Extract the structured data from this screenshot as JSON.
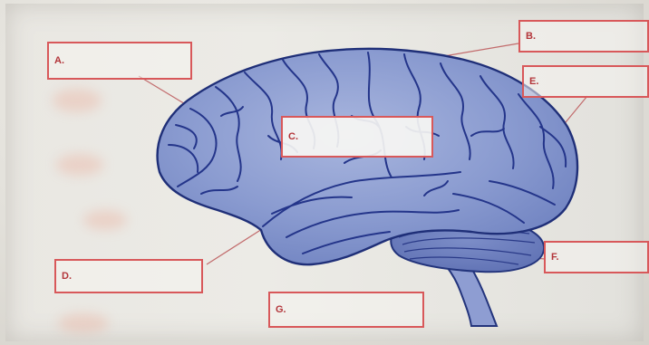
{
  "labels": {
    "a": "A.",
    "b": "B.",
    "c": "C.",
    "d": "D.",
    "e": "E.",
    "f": "F.",
    "g": "G."
  },
  "colors": {
    "brain_fill": "#4a5fa8",
    "label_border": "#d8585a",
    "label_text": "#b3353a"
  }
}
